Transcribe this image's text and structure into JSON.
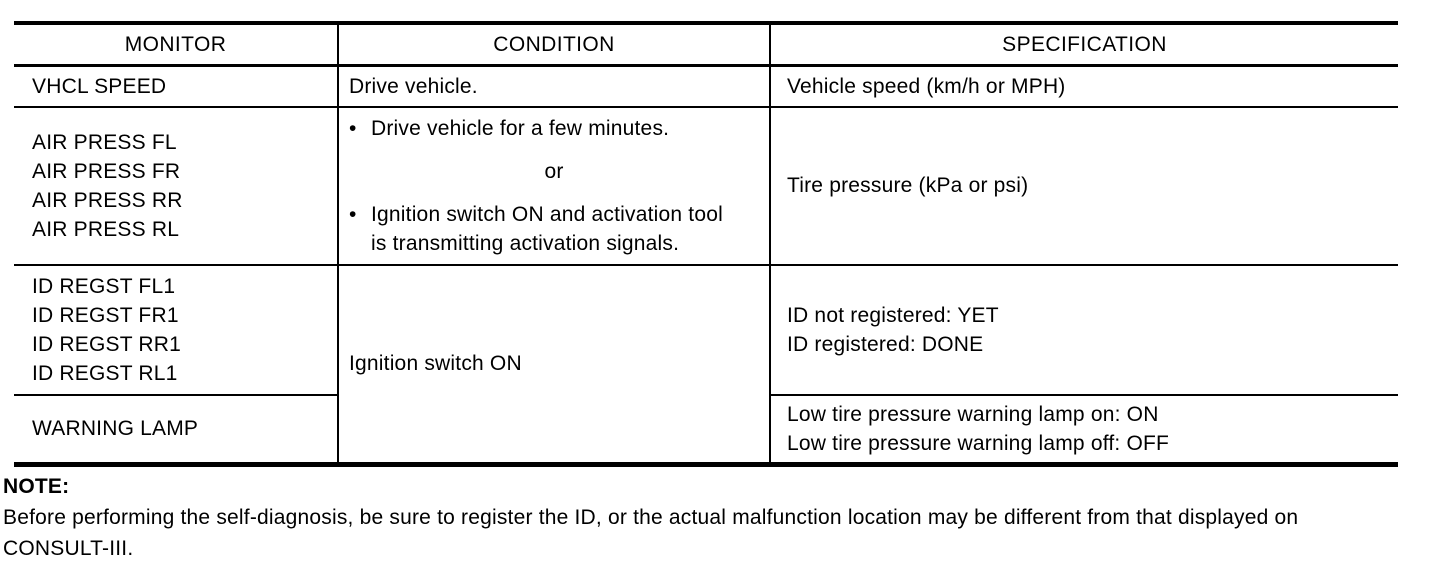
{
  "bullet_char": "•",
  "table": {
    "headers": {
      "monitor": "MONITOR",
      "condition": "CONDITION",
      "specification": "SPECIFICATION"
    },
    "rows": {
      "vhcl": {
        "monitor": "VHCL SPEED",
        "condition": "Drive vehicle.",
        "spec": "Vehicle speed (km/h or MPH)"
      },
      "air": {
        "monitor_lines": [
          "AIR PRESS FL",
          "AIR PRESS FR",
          "AIR PRESS RR",
          "AIR PRESS RL"
        ],
        "condition": {
          "bullet1": "Drive vehicle for a few minutes.",
          "or_label": "or",
          "bullet2_lines": [
            "Ignition switch ON and activation tool",
            "is transmitting activation signals."
          ]
        },
        "spec": "Tire pressure (kPa or psi)"
      },
      "id": {
        "monitor_lines": [
          "ID REGST FL1",
          "ID REGST FR1",
          "ID REGST RR1",
          "ID REGST RL1"
        ],
        "condition": "Ignition switch ON",
        "spec_lines": [
          "ID not registered: YET",
          "ID registered: DONE"
        ]
      },
      "warning": {
        "monitor": "WARNING LAMP",
        "spec_lines": [
          "Low tire pressure warning lamp on: ON",
          "Low tire pressure warning lamp off: OFF"
        ]
      }
    }
  },
  "note": {
    "label": "NOTE:",
    "lines": [
      "Before performing the self-diagnosis, be sure to register the ID, or the actual malfunction location may be different from that displayed on",
      "CONSULT-III."
    ]
  }
}
